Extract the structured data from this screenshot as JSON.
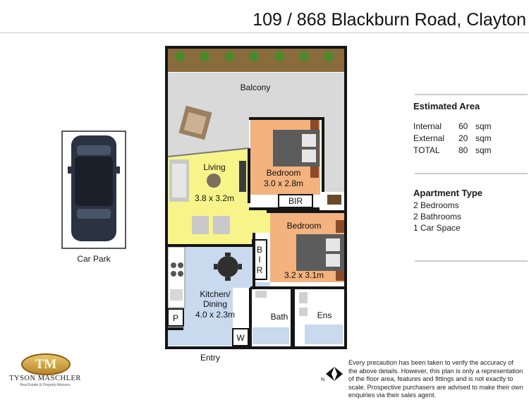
{
  "header": {
    "address": "109 / 868 Blackburn Road, Clayton"
  },
  "rooms": {
    "balcony": "Balcony",
    "living": {
      "name": "Living",
      "size": "3.8 x 3.2m"
    },
    "bedroom1": {
      "name": "Bedroom",
      "size": "3.0 x 2.8m"
    },
    "bedroom2": {
      "name": "Bedroom",
      "size": "3.2 x 3.1m"
    },
    "kitchen": {
      "name_line1": "Kitchen/",
      "name_line2": "Dining",
      "size": "4.0 x 2.3m"
    },
    "bir1": "BIR",
    "bir2": [
      "B",
      "I",
      "R"
    ],
    "bath": "Bath",
    "ens": "Ens",
    "pantry": "P",
    "laundry": "W",
    "entry": "Entry"
  },
  "car_park": {
    "label": "Car Park"
  },
  "estimated_area": {
    "heading": "Estimated Area",
    "rows": [
      {
        "label": "Internal",
        "value": "60",
        "unit": "sqm"
      },
      {
        "label": "External",
        "value": "20",
        "unit": "sqm"
      },
      {
        "label": "TOTAL",
        "value": "80",
        "unit": "sqm"
      }
    ]
  },
  "apartment_type": {
    "heading": "Apartment Type",
    "items": [
      "2 Bedrooms",
      "2 Bathrooms",
      "1 Car Space"
    ]
  },
  "compass": {
    "label": "N"
  },
  "logo": {
    "monogram": "TM",
    "name": "TYSON MASCHLER",
    "tagline": "Real Estate & Property Advisors"
  },
  "disclaimer": "Every precaution has been taken to verify the accuracy of the above details. However, this plan is only a representation of the floor area, features and fittings and is not exactly to scale. Prospective purchasers are advised to make their own enquiries via their sales agent.",
  "colors": {
    "living": "#f7f58a",
    "bedroom": "#f3b27e",
    "kitchen": "#c9d9ee",
    "balcony": "#d9d9d9",
    "planter": "#8a6b3c",
    "wall": "#151515"
  }
}
